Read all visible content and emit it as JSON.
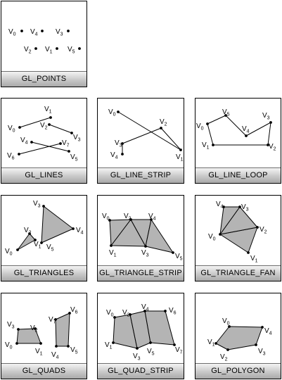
{
  "panels": [
    {
      "title": "GL_POINTS",
      "points": [
        {
          "label": "V",
          "sub": "0"
        },
        {
          "label": "V",
          "sub": "2"
        },
        {
          "label": "V",
          "sub": "4"
        },
        {
          "label": "V",
          "sub": "1"
        },
        {
          "label": "V",
          "sub": "3"
        },
        {
          "label": "V",
          "sub": "5"
        }
      ]
    },
    {
      "title": "GL_LINES",
      "points": [
        {
          "label": "V",
          "sub": "0"
        },
        {
          "label": "V",
          "sub": "1"
        },
        {
          "label": "V",
          "sub": "2"
        },
        {
          "label": "V",
          "sub": "3"
        },
        {
          "label": "V",
          "sub": "4"
        },
        {
          "label": "V",
          "sub": "5"
        },
        {
          "label": "V",
          "sub": "6"
        },
        {
          "label": "V",
          "sub": "7"
        }
      ]
    },
    {
      "title": "GL_LINE_STRIP",
      "points": [
        {
          "label": "V",
          "sub": "0"
        },
        {
          "label": "V",
          "sub": "1"
        },
        {
          "label": "V",
          "sub": "2"
        },
        {
          "label": "V",
          "sub": "3"
        },
        {
          "label": "V",
          "sub": "4"
        }
      ]
    },
    {
      "title": "GL_LINE_LOOP",
      "points": [
        {
          "label": "V",
          "sub": "0"
        },
        {
          "label": "V",
          "sub": "1"
        },
        {
          "label": "V",
          "sub": "2"
        },
        {
          "label": "V",
          "sub": "3"
        },
        {
          "label": "V",
          "sub": "4"
        },
        {
          "label": "V",
          "sub": "5"
        }
      ]
    },
    {
      "title": "GL_TRIANGLES",
      "points": [
        {
          "label": "V",
          "sub": "0"
        },
        {
          "label": "V",
          "sub": "1"
        },
        {
          "label": "V",
          "sub": "2"
        },
        {
          "label": "V",
          "sub": "3"
        },
        {
          "label": "V",
          "sub": "4"
        },
        {
          "label": "V",
          "sub": "5"
        }
      ]
    },
    {
      "title": "GL_TRIANGLE_STRIP",
      "points": [
        {
          "label": "V",
          "sub": "0"
        },
        {
          "label": "V",
          "sub": "1"
        },
        {
          "label": "V",
          "sub": "2"
        },
        {
          "label": "V",
          "sub": "3"
        },
        {
          "label": "V",
          "sub": "4"
        },
        {
          "label": "V",
          "sub": "5"
        }
      ]
    },
    {
      "title": "GL_TRIANGLE_FAN",
      "points": [
        {
          "label": "V",
          "sub": "0"
        },
        {
          "label": "V",
          "sub": "1"
        },
        {
          "label": "V",
          "sub": "2"
        },
        {
          "label": "V",
          "sub": "3"
        },
        {
          "label": "V",
          "sub": "4"
        }
      ]
    },
    {
      "title": "GL_QUADS",
      "points": [
        {
          "label": "V",
          "sub": "0"
        },
        {
          "label": "V",
          "sub": "1"
        },
        {
          "label": "V",
          "sub": "2"
        },
        {
          "label": "V",
          "sub": "3"
        },
        {
          "label": "V",
          "sub": "4"
        },
        {
          "label": "V",
          "sub": "5"
        },
        {
          "label": "V",
          "sub": "6"
        },
        {
          "label": "V",
          "sub": "7"
        }
      ]
    },
    {
      "title": "GL_QUAD_STRIP",
      "points": [
        {
          "label": "V",
          "sub": "0"
        },
        {
          "label": "V",
          "sub": "1"
        },
        {
          "label": "V",
          "sub": "2"
        },
        {
          "label": "V",
          "sub": "3"
        },
        {
          "label": "V",
          "sub": "4"
        },
        {
          "label": "V",
          "sub": "5"
        },
        {
          "label": "V",
          "sub": "6"
        },
        {
          "label": "V",
          "sub": "7"
        }
      ]
    },
    {
      "title": "GL_POLYGON",
      "points": [
        {
          "label": "V",
          "sub": "0"
        },
        {
          "label": "V",
          "sub": "1"
        },
        {
          "label": "V",
          "sub": "2"
        },
        {
          "label": "V",
          "sub": "3"
        },
        {
          "label": "V",
          "sub": "4"
        }
      ]
    }
  ],
  "colors": {
    "fill": "#b4b4b4",
    "stroke": "#000000",
    "caption_bg": "#c8c8c8"
  }
}
